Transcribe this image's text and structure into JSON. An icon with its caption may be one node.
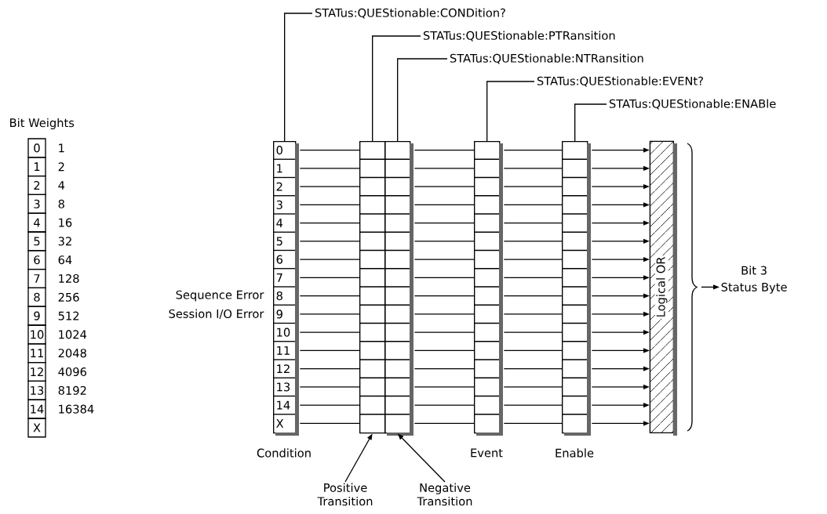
{
  "diagram": {
    "nodes": [
      {
        "text": [
          "STATus:QUEStionable:CONDition?"
        ]
      },
      {
        "text": [
          "STATus:QUEStionable:PTRansition"
        ]
      },
      {
        "text": [
          "STATus:QUEStionable:NTRansition"
        ]
      },
      {
        "text": [
          "STATus:QUEStionable:EVENt?"
        ]
      },
      {
        "text": [
          "STATus:QUEStionable:ENABle"
        ]
      },
      {
        "text": [
          "0",
          "1",
          "2",
          "3",
          "4",
          "5",
          "6",
          "7",
          "8",
          "9",
          "10",
          "11",
          "12",
          "13",
          "14",
          "X"
        ],
        "beside": [
          "Sequence Error",
          "Session I/O Error",
          "Condition"
        ]
      },
      {
        "text": [],
        "shape": "box"
      },
      {
        "text": [],
        "shape": "box"
      },
      {
        "text": [],
        "shape": "box",
        "beside": [
          "Event"
        ]
      },
      {
        "text": [],
        "shape": "box",
        "beside": [
          "Enable"
        ]
      },
      {
        "text": [
          "Logical OR"
        ]
      },
      {
        "text": [
          "Bit 3",
          "Status Byte"
        ]
      },
      {
        "text": [
          "Positive Transition"
        ]
      },
      {
        "text": [
          "Negative Transition"
        ]
      }
    ],
    "edges": [
      {
        "from": 0,
        "to": 5,
        "arrow": "none"
      },
      {
        "from": 1,
        "to": 6,
        "arrow": "none"
      },
      {
        "from": 2,
        "to": 7,
        "arrow": "none"
      },
      {
        "from": 3,
        "to": 8,
        "arrow": "none"
      },
      {
        "from": 4,
        "to": 9,
        "arrow": "none"
      },
      {
        "from": 5,
        "to": 6,
        "arrow": "none"
      },
      {
        "from": 5,
        "to": 6,
        "arrow": "none"
      },
      {
        "from": 5,
        "to": 6,
        "arrow": "none"
      },
      {
        "from": 5,
        "to": 6,
        "arrow": "none"
      },
      {
        "from": 5,
        "to": 6,
        "arrow": "none"
      },
      {
        "from": 5,
        "to": 6,
        "arrow": "none"
      },
      {
        "from": 5,
        "to": 6,
        "arrow": "none"
      },
      {
        "from": 5,
        "to": 6,
        "arrow": "none"
      },
      {
        "from": 5,
        "to": 6,
        "arrow": "none"
      },
      {
        "from": 5,
        "to": 6,
        "arrow": "none"
      },
      {
        "from": 5,
        "to": 6,
        "arrow": "none"
      },
      {
        "from": 5,
        "to": 6,
        "arrow": "none"
      },
      {
        "from": 5,
        "to": 6,
        "arrow": "none"
      },
      {
        "from": 5,
        "to": 6,
        "arrow": "none"
      },
      {
        "from": 5,
        "to": 6,
        "arrow": "none"
      },
      {
        "from": 5,
        "to": 6,
        "arrow": "none"
      },
      {
        "from": 7,
        "to": 8,
        "arrow": "none"
      },
      {
        "from": 7,
        "to": 8,
        "arrow": "none"
      },
      {
        "from": 7,
        "to": 8,
        "arrow": "none"
      },
      {
        "from": 7,
        "to": 8,
        "arrow": "none"
      },
      {
        "from": 7,
        "to": 8,
        "arrow": "none"
      },
      {
        "from": 7,
        "to": 8,
        "arrow": "none"
      },
      {
        "from": 7,
        "to": 8,
        "arrow": "none"
      },
      {
        "from": 7,
        "to": 8,
        "arrow": "none"
      },
      {
        "from": 7,
        "to": 8,
        "arrow": "none"
      },
      {
        "from": 7,
        "to": 8,
        "arrow": "none"
      },
      {
        "from": 7,
        "to": 8,
        "arrow": "none"
      },
      {
        "from": 7,
        "to": 8,
        "arrow": "none"
      },
      {
        "from": 7,
        "to": 8,
        "arrow": "none"
      },
      {
        "from": 7,
        "to": 8,
        "arrow": "none"
      },
      {
        "from": 7,
        "to": 8,
        "arrow": "none"
      },
      {
        "from": 7,
        "to": 8,
        "arrow": "none"
      },
      {
        "from": 8,
        "to": 9,
        "arrow": "none"
      },
      {
        "from": 8,
        "to": 9,
        "arrow": "none"
      },
      {
        "from": 8,
        "to": 9,
        "arrow": "none"
      },
      {
        "from": 8,
        "to": 9,
        "arrow": "none"
      },
      {
        "from": 8,
        "to": 9,
        "arrow": "none"
      },
      {
        "from": 8,
        "to": 9,
        "arrow": "none"
      },
      {
        "from": 8,
        "to": 9,
        "arrow": "none"
      },
      {
        "from": 8,
        "to": 9,
        "arrow": "none"
      },
      {
        "from": 8,
        "to": 9,
        "arrow": "none"
      },
      {
        "from": 8,
        "to": 9,
        "arrow": "none"
      },
      {
        "from": 8,
        "to": 9,
        "arrow": "none"
      },
      {
        "from": 8,
        "to": 9,
        "arrow": "none"
      },
      {
        "from": 8,
        "to": 9,
        "arrow": "none"
      },
      {
        "from": 8,
        "to": 9,
        "arrow": "none"
      },
      {
        "from": 8,
        "to": 9,
        "arrow": "none"
      },
      {
        "from": 8,
        "to": 9,
        "arrow": "none"
      },
      {
        "from": 9,
        "to": 10,
        "arrow": "to"
      },
      {
        "from": 9,
        "to": 10,
        "arrow": "to"
      },
      {
        "from": 9,
        "to": 10,
        "arrow": "to"
      },
      {
        "from": 9,
        "to": 10,
        "arrow": "to"
      },
      {
        "from": 9,
        "to": 10,
        "arrow": "to"
      },
      {
        "from": 9,
        "to": 10,
        "arrow": "to"
      },
      {
        "from": 9,
        "to": 10,
        "arrow": "to"
      },
      {
        "from": 9,
        "to": 10,
        "arrow": "to"
      },
      {
        "from": 9,
        "to": 10,
        "arrow": "to"
      },
      {
        "from": 9,
        "to": 10,
        "arrow": "to"
      },
      {
        "from": 9,
        "to": 10,
        "arrow": "to"
      },
      {
        "from": 9,
        "to": 10,
        "arrow": "to"
      },
      {
        "from": 9,
        "to": 10,
        "arrow": "to"
      },
      {
        "from": 9,
        "to": 10,
        "arrow": "to"
      },
      {
        "from": 9,
        "to": 10,
        "arrow": "to"
      },
      {
        "from": 9,
        "to": 10,
        "arrow": "to"
      },
      {
        "from": 12,
        "to": 6,
        "arrow": "to"
      },
      {
        "from": 13,
        "to": 7,
        "arrow": "to"
      },
      {
        "from": 10,
        "to": 11,
        "arrow": "to"
      }
    ],
    "labels": [
      "Bit Weights",
      "0",
      "1",
      "1",
      "2",
      "2",
      "4",
      "3",
      "8",
      "4",
      "16",
      "5",
      "32",
      "6",
      "64",
      "7",
      "128",
      "8",
      "256",
      "9",
      "512",
      "10",
      "1024",
      "11",
      "2048",
      "12",
      "4096",
      "13",
      "8192",
      "14",
      "16384",
      "X"
    ]
  }
}
